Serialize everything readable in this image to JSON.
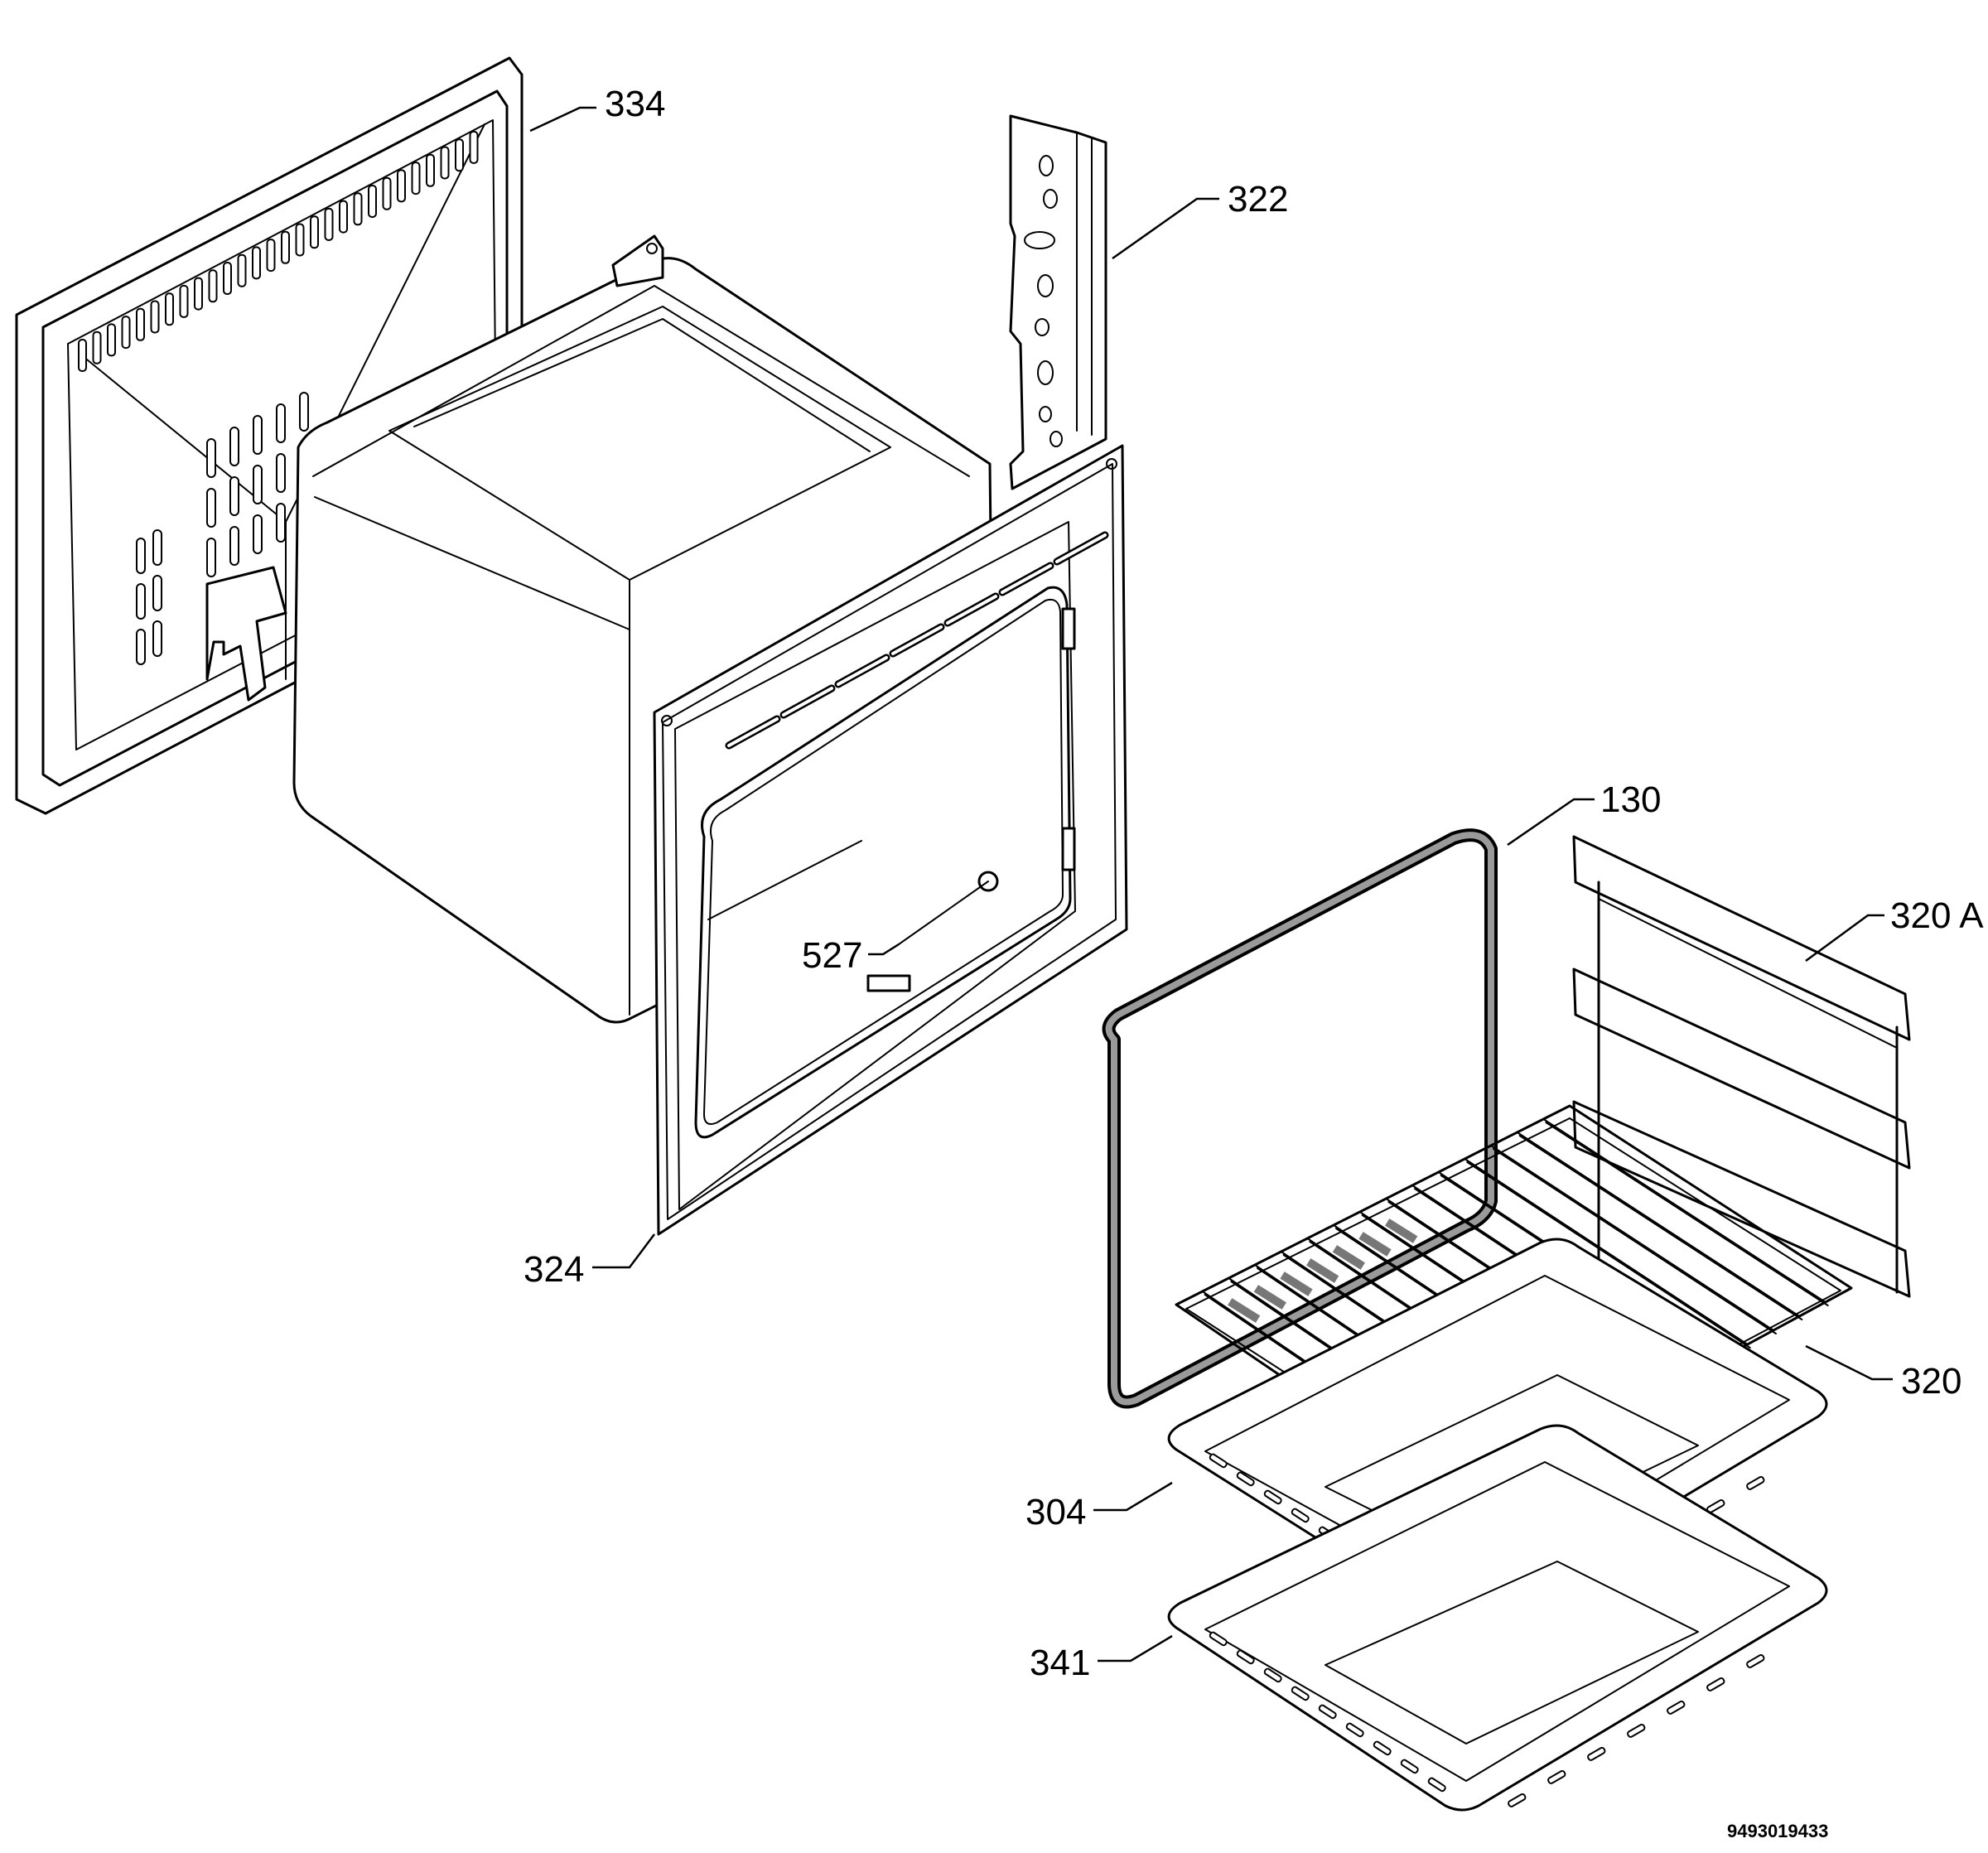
{
  "labels": [
    {
      "id": "334",
      "text": "334"
    },
    {
      "id": "322",
      "text": "322"
    },
    {
      "id": "130",
      "text": "130"
    },
    {
      "id": "320A",
      "text": "320 A"
    },
    {
      "id": "527",
      "text": "527"
    },
    {
      "id": "324",
      "text": "324"
    },
    {
      "id": "320",
      "text": "320"
    },
    {
      "id": "304",
      "text": "304"
    },
    {
      "id": "341",
      "text": "341"
    }
  ],
  "drawing_code": "9493019433"
}
